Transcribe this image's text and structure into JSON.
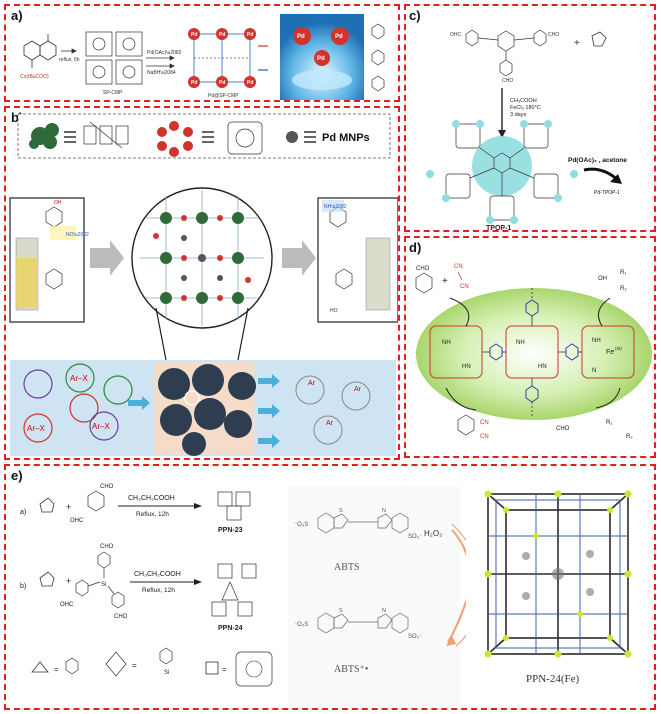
{
  "panels": {
    "a": {
      "label": "a)",
      "step1": "SP-CMP",
      "step2": "Pd@SP-CMP"
    },
    "b": {
      "label": "b)",
      "legend_pd": "Pd MNPs",
      "substituent_x": "Ar–X",
      "substituent_ar": "Ar"
    },
    "c": {
      "label": "c)",
      "conditions": [
        "CH₃COOH",
        "FeCl₃ 180°C",
        "3 days"
      ],
      "reagent": "Pd(OAc)₂ , acetone",
      "product": "TPOP-1",
      "product2": "Pd-TPOP-1"
    },
    "d": {
      "label": "d)",
      "metal": "Fe",
      "metal_sup": "(III)",
      "nh": "NH",
      "hn": "HN",
      "n": "N",
      "cho": "CHO",
      "cn": "CN",
      "r1": "R₁",
      "r2": "R₂"
    },
    "e": {
      "label": "e)",
      "row_a": {
        "tag": "a)",
        "cho": "CHO",
        "ohc": "OHC",
        "reagent": "CH₃CH₂COOH",
        "cond": "Reflux, 12h",
        "product": "PPN-23"
      },
      "row_b": {
        "tag": "b)",
        "cho": "CHO",
        "ohc": "OHC",
        "si": "Si",
        "reagent": "CH₃CH₂COOH",
        "cond": "Reflux, 12h",
        "product": "PPN-24"
      },
      "abts": "ABTS",
      "abts_radical": "ABTS⁺•",
      "h2o2": "H₂O₂",
      "framework": "PPN-24(Fe)",
      "so3": "⁻O₃S",
      "so3r": "SO₃⁻",
      "n": "N",
      "s": "S"
    }
  },
  "colors": {
    "dash": "#e02020",
    "pd_red": "#d0342c",
    "green": "#b8e28a",
    "teal": "#8fdde0",
    "blue_band": "#cfe4f2"
  }
}
